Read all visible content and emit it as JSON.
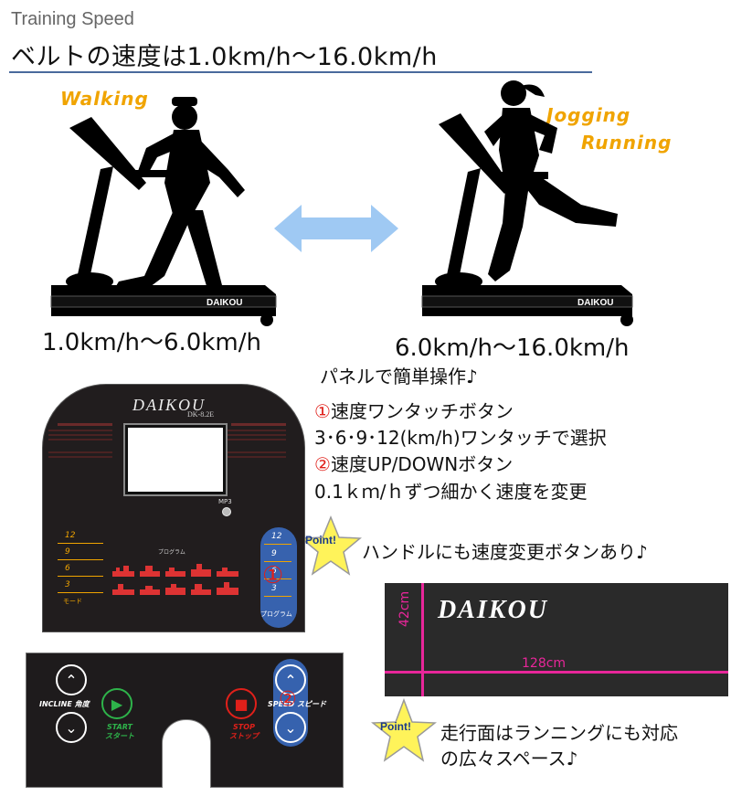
{
  "header": {
    "subtitle": "Training Speed",
    "title": "ベルトの速度は1.0km/h〜16.0km/h"
  },
  "modes": {
    "walking": {
      "label": "Walking",
      "range": "1.0km/h〜6.0km/h"
    },
    "jogging": {
      "label1": "Jogging",
      "label2": "Running",
      "range": "6.0km/h〜16.0km/h"
    },
    "treadmill_brand": "DAIKOU"
  },
  "features": {
    "heading": "パネルで簡単操作♪",
    "item1_num": "①",
    "item1_title": "速度ワンタッチボタン",
    "item1_desc": "3･6･9･12(km/h)ワンタッチで選択",
    "item2_num": "②",
    "item2_title": "速度UP/DOWNボタン",
    "item2_desc": "0.1ｋｍ/ｈずつ細かく速度を変更"
  },
  "point1": {
    "badge": "Point!",
    "text": "ハンドルにも速度変更ボタンあり♪"
  },
  "point2": {
    "badge": "Point!",
    "line1": "走行面はランニングにも対応",
    "line2": "の広々スペース♪"
  },
  "panel": {
    "brand": "DAIKOU",
    "model": "DK-8.2E",
    "mp3": "MP3",
    "program": "プログラム",
    "mode": "モード",
    "speeds_left": [
      "12",
      "9",
      "6",
      "3"
    ],
    "speeds_right": [
      "12",
      "9",
      "6",
      "3"
    ],
    "program_right": "プログラム",
    "marker1": "①"
  },
  "control": {
    "incline_en": "INCLINE",
    "incline_jp": "角度",
    "start_en": "START",
    "start_jp": "スタート",
    "stop_en": "STOP",
    "stop_jp": "ストップ",
    "speed_en": "SPEED",
    "speed_jp": "スピード",
    "marker2": "②"
  },
  "mat": {
    "brand": "DAIKOU",
    "height": "42cm",
    "width": "128cm"
  },
  "colors": {
    "accent_orange": "#f0a400",
    "dimension_pink": "#e8269a",
    "marker_red": "#e0201a",
    "arrow_blue": "#9fc9f3",
    "highlight_blue": "#3b6fc8"
  }
}
